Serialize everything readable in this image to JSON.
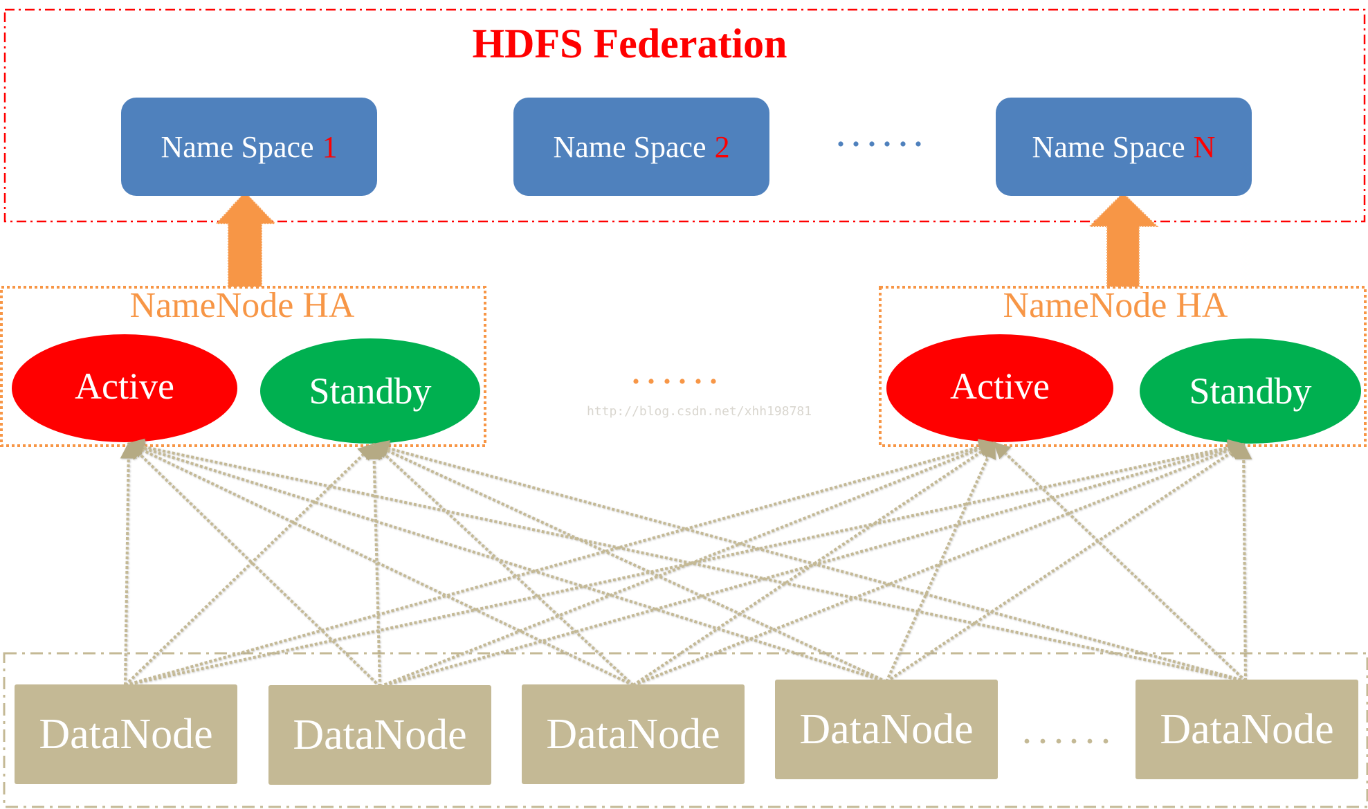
{
  "title": "HDFS Federation",
  "colors": {
    "title": "#ff0000",
    "namespace_box": "#4f81bd",
    "namespace_number": "#ff0000",
    "federation_border": "#ff0000",
    "ha_border": "#f79646",
    "ha_arrow": "#f79646",
    "active": "#ff0000",
    "standby": "#00b050",
    "datanode": "#c4b995",
    "links": "#c4b995",
    "ellipsis_blue": "#4f81bd",
    "ellipsis_orange": "#f79646"
  },
  "namespaces": [
    {
      "label": "Name Space",
      "number": "1"
    },
    {
      "label": "Name Space",
      "number": "2"
    },
    {
      "label": "Name Space",
      "number": "N"
    }
  ],
  "namespace_ellipsis": "······",
  "namenode_groups": [
    {
      "label": "NameNode HA",
      "active": "Active",
      "standby": "Standby",
      "serves_namespace": "1"
    },
    {
      "label": "NameNode HA",
      "active": "Active",
      "standby": "Standby",
      "serves_namespace": "N"
    }
  ],
  "namenode_ellipsis": "······",
  "datanodes": [
    {
      "label": "DataNode"
    },
    {
      "label": "DataNode"
    },
    {
      "label": "DataNode"
    },
    {
      "label": "DataNode"
    },
    {
      "label": "DataNode"
    }
  ],
  "datanode_ellipsis": "······",
  "links": {
    "description": "Every DataNode reports to every NameNode (Active and Standby in all HA groups)",
    "from": [
      "datanode-1",
      "datanode-2",
      "datanode-3",
      "datanode-4",
      "datanode-5"
    ],
    "to": [
      "active-1",
      "standby-1",
      "active-2",
      "standby-2"
    ]
  },
  "watermark": "http://blog.csdn.net/xhh198781"
}
